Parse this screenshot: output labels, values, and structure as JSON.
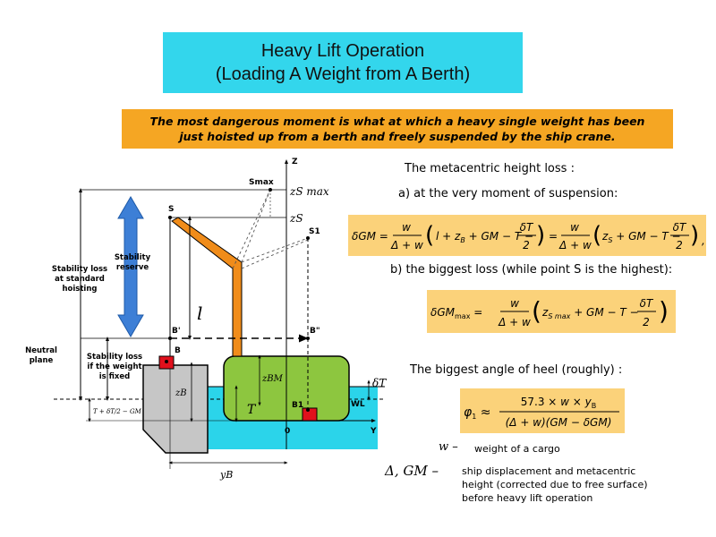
{
  "title": {
    "line1": "Heavy Lift Operation",
    "line2": "(Loading A Weight from A Berth)"
  },
  "banner": {
    "line1": "The most dangerous moment is what at which a heavy single weight has been",
    "line2": "just hoisted up from a berth and freely suspended by the ship crane."
  },
  "notes": {
    "gm_loss_heading": "The metacentric height loss :",
    "at_suspension": "a) at the very moment of suspension:",
    "biggest_loss": "b) the biggest loss (while point S is the highest):",
    "heel_heading": "The biggest angle of heel (roughly) :"
  },
  "legend": {
    "w_symbol": "w –",
    "w_text": "weight of a cargo",
    "delta_symbol": "Δ, GM –",
    "delta_line1": "ship displacement and metacentric",
    "delta_line2": "height (corrected due to free surface)",
    "delta_line3": "before heavy lift operation"
  },
  "diagram_labels": {
    "z_axis": "Z",
    "y_axis": "Y",
    "origin": "0",
    "s_max": "Smax",
    "z_s_max": "zS max",
    "z_s": "zS",
    "s": "S",
    "s1": "S1",
    "l": "l",
    "b_prime": "B'",
    "b_double_prime": "B\"",
    "b": "B",
    "b1": "B1",
    "z_bm": "zBM",
    "z_b": "zB",
    "t": "T",
    "delta_t": "δT",
    "wl": "WL",
    "y_b": "yB",
    "t_formula": "T + δT/2 − GM",
    "stability_reserve_1": "Stability",
    "stability_reserve_2": "reserve",
    "stability_loss_std_1": "Stability loss",
    "stability_loss_std_2": "at standard",
    "stability_loss_std_3": "hoisting",
    "neutral_plane_1": "Neutral",
    "neutral_plane_2": "plane",
    "stability_loss_fixed_1": "Stability loss",
    "stability_loss_fixed_2": "if  the weight",
    "stability_loss_fixed_3": "is fixed"
  },
  "colors": {
    "title_bg": "#33d6ec",
    "banner_bg": "#f5a623",
    "formula_bg": "#fbd27a",
    "water": "#2bd4ea",
    "hull": "#8dc63f",
    "crane": "#f08c1a",
    "cargo": "#e0101c",
    "berth": "#c6c6c6",
    "arrow": "#3d7fd6"
  }
}
